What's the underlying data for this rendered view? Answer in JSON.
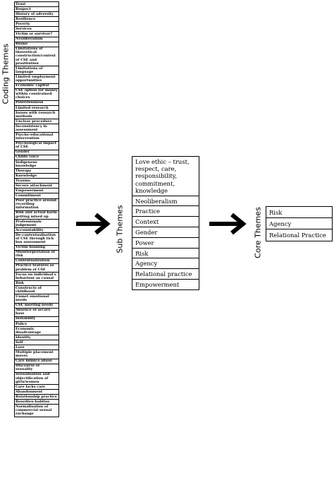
{
  "labels": {
    "coding": "Coding Themes",
    "sub": "Sub Themes",
    "core": "Core Themes"
  },
  "coding_themes": [
    "Trust",
    "Respect",
    "History of adversity",
    "Resilience",
    "Poverty",
    "Services",
    "Victim or survivor?",
    "Neoliberalism",
    "Blame",
    "Limitations of theoretical construction/context of CSE and prostitution",
    "Limitations of language",
    "Limited employment opportunities",
    "Economic capital",
    "CSE option for money within constrained choices",
    "Powerlessness",
    "Limited research",
    "Issues with research methods",
    "Unclear procedure",
    "Inconsistency in assessment",
    "Psycho-educational intervention",
    "Psychological impact of CSE",
    "Gender",
    "Childs voice",
    "Indigenous knowledge",
    "Therapy",
    "Knowledge",
    "Trauma",
    "Secure attachment",
    "Empowerment",
    "Commitment",
    "Poor practice around recording information",
    "Risk and actual harm getting mixed up",
    "Professionals judgement",
    "Accountability",
    "De-contextualisation of CSE through tick box assessment",
    "Victim blaming",
    "Misinterpretation of risk",
    "Contextualization",
    "Practice features as problem of CSE",
    "Focus on individual's behaviour as causal",
    "Risk",
    "Constructs of childhood",
    "Unmet emotional needs",
    "CSE meeting needs",
    "Absence of secure base",
    "Instability",
    "Policy",
    "Economic disadvantage",
    "Identity",
    "Self",
    "Love",
    "Multiple placement moves",
    "Care mimics abuse",
    "Discourse of sexuality",
    "Sexualisation and objectification of girls/women",
    "Care lacks care",
    "Abandonment",
    "Relationship practice",
    "Bourdieu-habitus",
    "Normalisation of commercial sexual exchange"
  ],
  "sub_themes": [
    "Love ethic – trust, respect, care, responsibility, commitment, knowledge",
    "Neoliberalism",
    "Practice",
    "Context",
    "Gender",
    "Power",
    "Risk",
    "Agency",
    "Relational practice",
    "Empowerment"
  ],
  "core_themes": [
    "Risk",
    "Agency",
    "Relational Practice"
  ]
}
